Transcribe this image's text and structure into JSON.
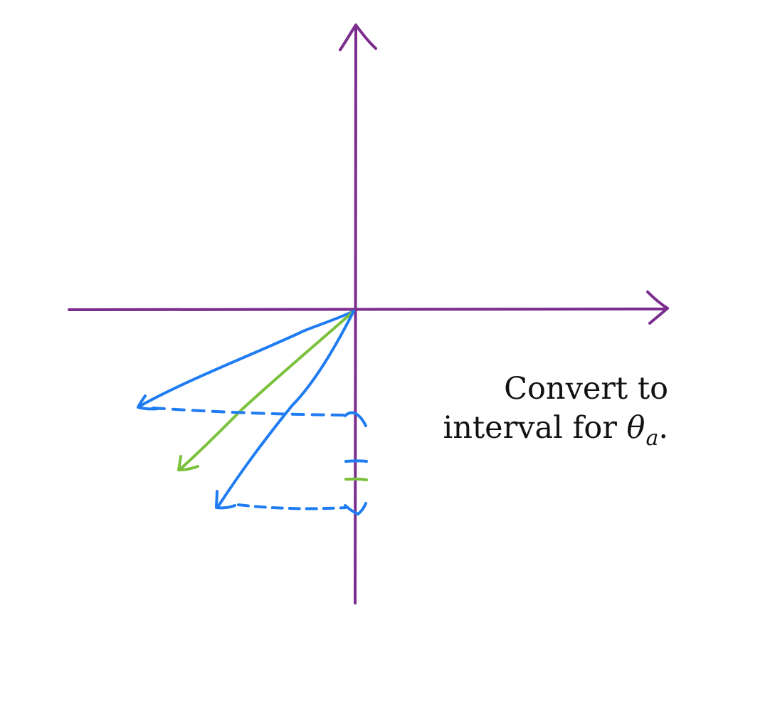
{
  "colors": {
    "axes": "#7b2d8e",
    "blue_vectors": "#1f7cf2",
    "green_vector": "#7bc13c",
    "text": "#111111",
    "background": "#ffffff"
  },
  "caption": {
    "line1": "Convert to",
    "line2_prefix": "interval for ",
    "line2_symbol": "θ",
    "line2_subscript": "a",
    "line2_suffix": "."
  }
}
